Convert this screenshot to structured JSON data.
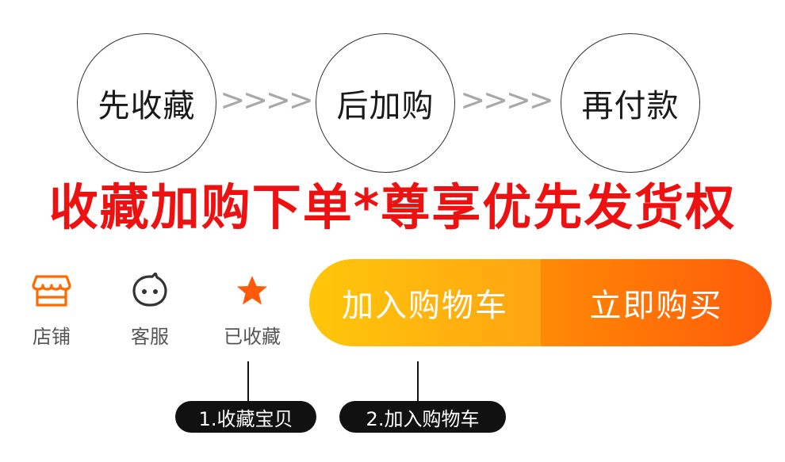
{
  "steps": [
    {
      "label": "先收藏"
    },
    {
      "label": "后加购"
    },
    {
      "label": "再付款"
    }
  ],
  "arrows": ">>>>",
  "headline": "收藏加购下单*尊享优先发货权",
  "tabs": {
    "shop": {
      "label": "店铺",
      "icon": "shop-icon"
    },
    "service": {
      "label": "客服",
      "icon": "chat-icon"
    },
    "favorite": {
      "label": "已收藏",
      "icon": "star-icon"
    }
  },
  "actions": {
    "add_to_cart": "加入购物车",
    "buy_now": "立即购买"
  },
  "callouts": {
    "tag1": "1.收藏宝贝",
    "tag2": "2.加入购物车"
  },
  "colors": {
    "headline": "#ee1111",
    "accent_orange": "#ff6a00",
    "cart_gradient_start": "#ffc60a",
    "buy_gradient_end": "#ff5a0a"
  }
}
